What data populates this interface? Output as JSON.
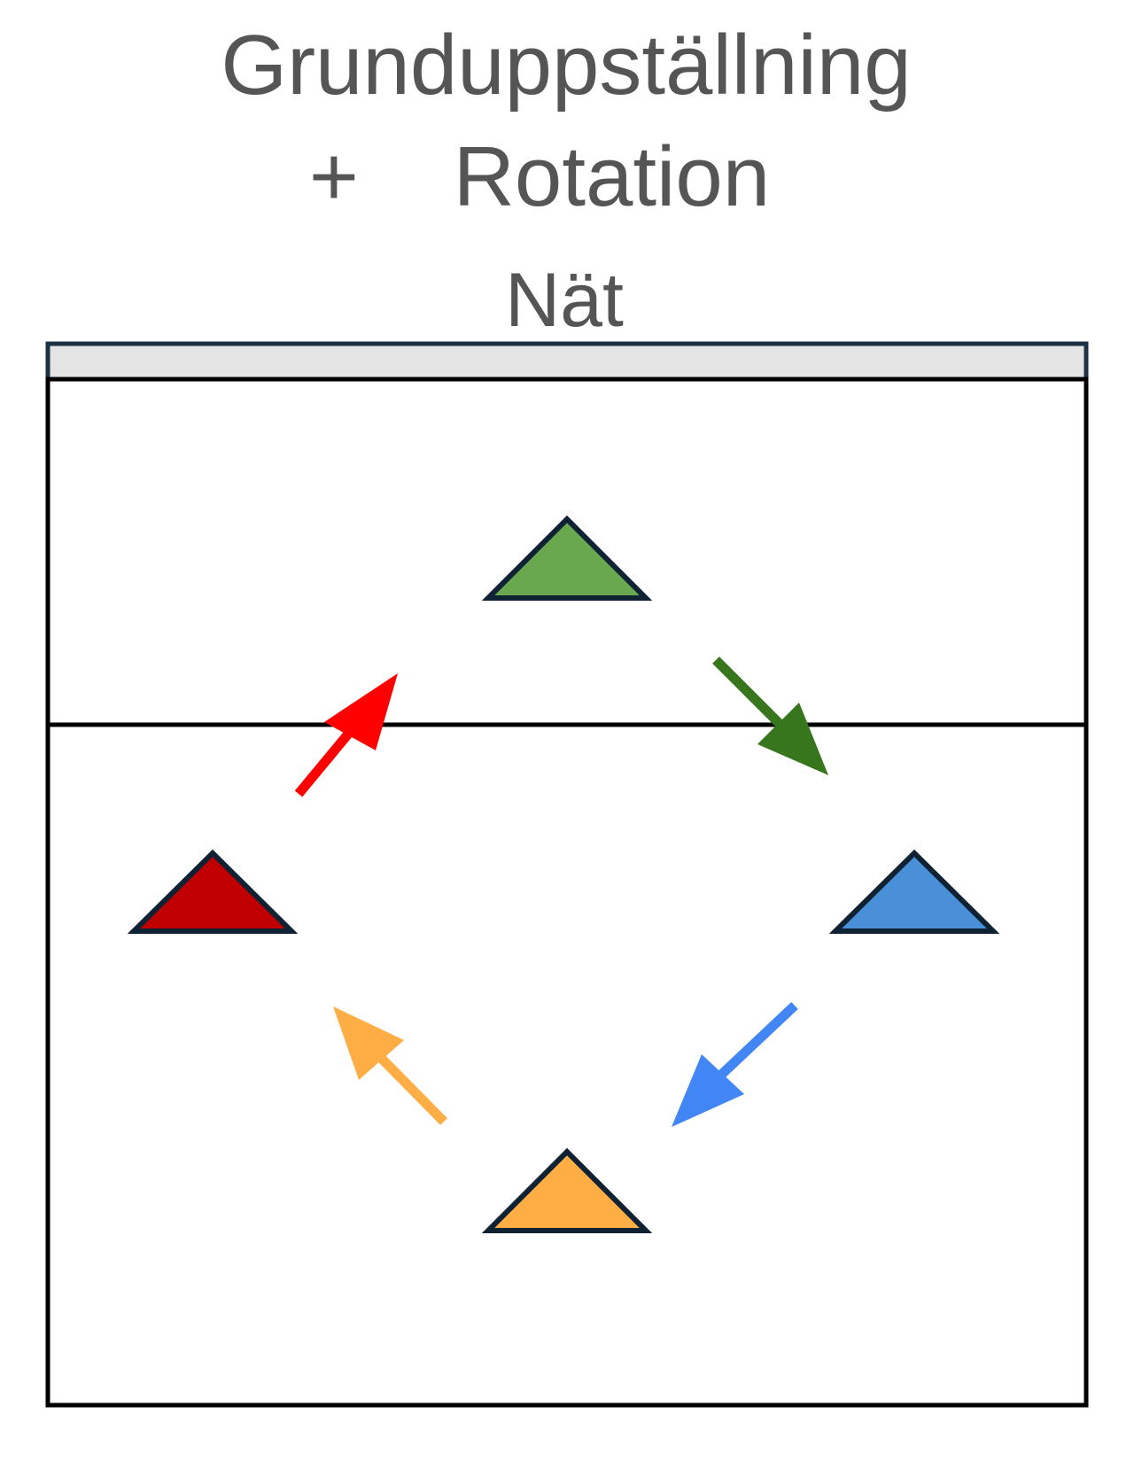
{
  "title": {
    "line1": "Grunduppställning",
    "line2": "+    Rotation"
  },
  "net_label": "Nät",
  "colors": {
    "text": "#555555",
    "court_line": "#000000",
    "triangle_outline": "#0f2233",
    "net_fill": "#e4e4e4",
    "net_outline": "#1b3040"
  },
  "players": [
    {
      "name": "top",
      "fill": "#6aa84f"
    },
    {
      "name": "left",
      "fill": "#c00000"
    },
    {
      "name": "right",
      "fill": "#4a90d9"
    },
    {
      "name": "bottom",
      "fill": "#ffad45"
    }
  ],
  "arrows": [
    {
      "name": "left-to-top",
      "color": "#ff0000"
    },
    {
      "name": "top-to-right",
      "color": "#38761d"
    },
    {
      "name": "right-to-bottom",
      "color": "#4285f4"
    },
    {
      "name": "bottom-to-left",
      "color": "#ffad45"
    }
  ]
}
